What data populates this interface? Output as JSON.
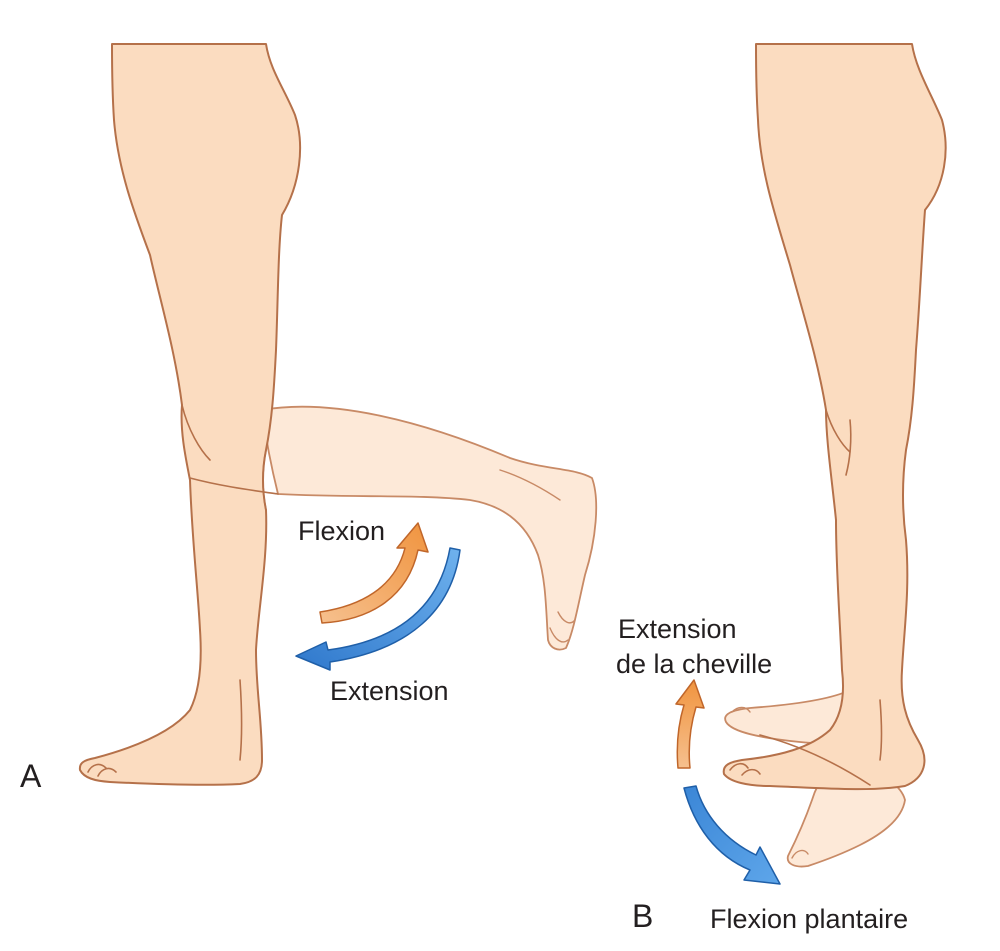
{
  "panel_a": {
    "letter": "A",
    "flexion_label": "Flexion",
    "extension_label": "Extension"
  },
  "panel_b": {
    "letter": "B",
    "dorsal_label_line1": "Extension",
    "dorsal_label_line2": "de la cheville",
    "plantar_label": "Flexion plantaire"
  },
  "colors": {
    "skin": "#fbdcc0",
    "skin_ghost": "#fde9d8",
    "outline": "#b5714a",
    "flexion_arrow": "#f0a060",
    "extension_arrow": "#3b86d6",
    "text": "#231f20"
  }
}
